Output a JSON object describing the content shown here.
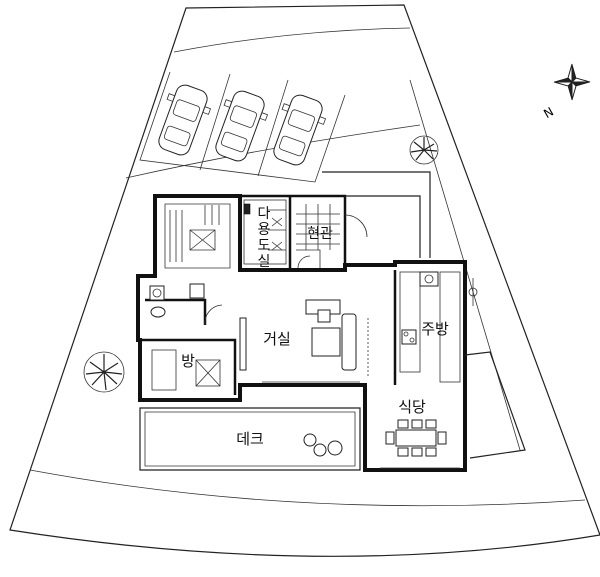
{
  "rooms": {
    "storage": "다용도실",
    "entrance": "현관",
    "living": "거실",
    "kitchen": "주방",
    "room": "방",
    "dining": "식당",
    "deck": "데크"
  },
  "icons": {
    "compass": "compass-rose-icon",
    "tree": "tree-icon",
    "car": "car-icon"
  },
  "colors": {
    "line": "#111111",
    "background": "#ffffff"
  }
}
